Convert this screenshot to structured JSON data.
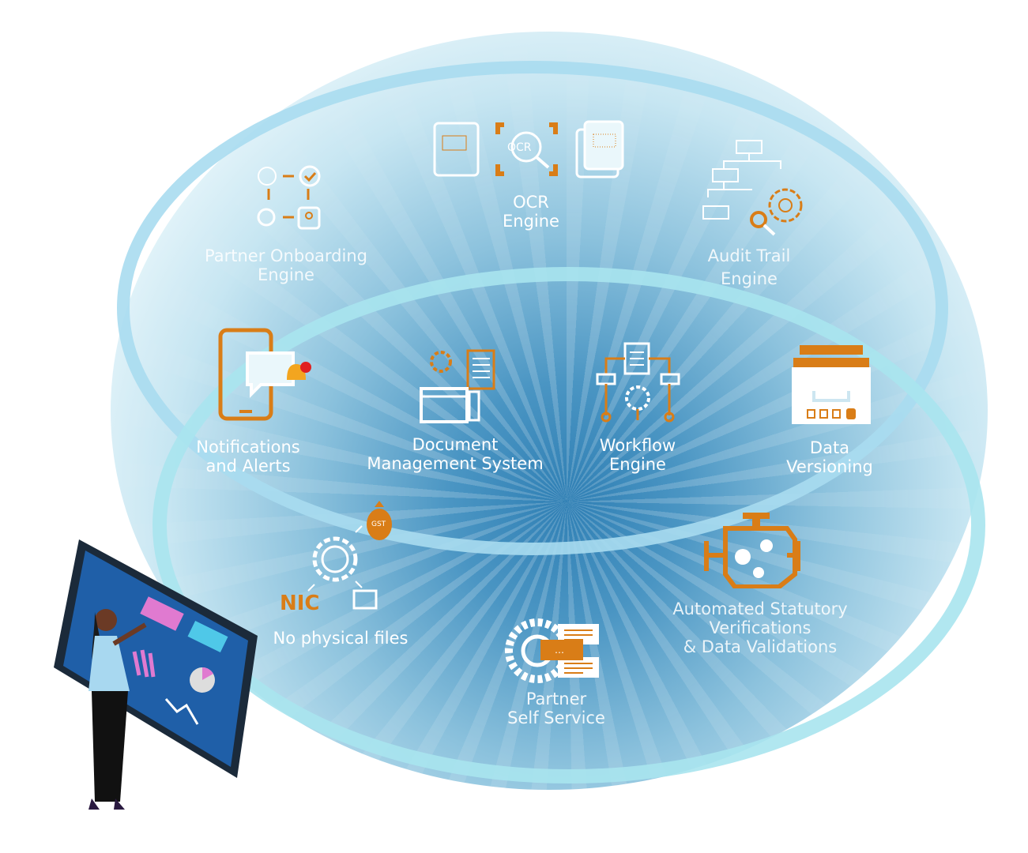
{
  "features": {
    "ocr": {
      "line1": "OCR",
      "line2": "Engine",
      "icon_text": "OCR"
    },
    "partner_onboarding": {
      "line1": "Partner Onboarding",
      "line2": "Engine"
    },
    "audit_trail": {
      "line1": "Audit Trail",
      "line2": "Engine"
    },
    "notifications": {
      "line1": "Notifications",
      "line2": "and Alerts"
    },
    "dms": {
      "line1": "Document",
      "line2": "Management System"
    },
    "workflow": {
      "line1": "Workflow",
      "line2": "Engine"
    },
    "data_versioning": {
      "line1": "Data",
      "line2": "Versioning"
    },
    "no_physical_files": {
      "line1": "No physical files",
      "badge_nic": "NIC",
      "badge_gst": "GST"
    },
    "statutory": {
      "line1": "Automated Statutory",
      "line2": "Verifications",
      "line3": "& Data Validations"
    },
    "self_service": {
      "line1": "Partner",
      "line2": "Self Service"
    }
  },
  "colors": {
    "accent": "#d97d17",
    "ring": "#9fd8ec",
    "label": "#ffffff"
  }
}
